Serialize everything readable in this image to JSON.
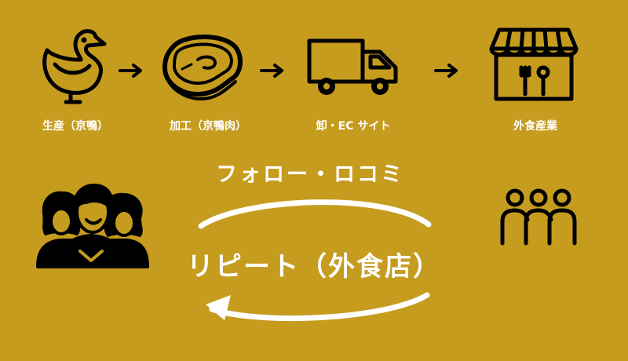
{
  "colors": {
    "background": "#C69C1F",
    "ink": "#000000",
    "text": "#FFFFFF"
  },
  "flow": {
    "steps": [
      {
        "label": "生産（京鴨）",
        "icon": "duck-icon"
      },
      {
        "label": "加工（京鴨肉）",
        "icon": "meat-icon"
      },
      {
        "label": "卸・EC サイト",
        "icon": "truck-icon"
      },
      {
        "label": "外食産業",
        "icon": "restaurant-icon"
      }
    ],
    "arrow_icon": "arrow-right-icon"
  },
  "cycle": {
    "top_label": "フォロー・ロコミ",
    "bottom_label": "リピート（外食店）",
    "left_icon": "customers-icon",
    "right_icon": "group-icon"
  }
}
